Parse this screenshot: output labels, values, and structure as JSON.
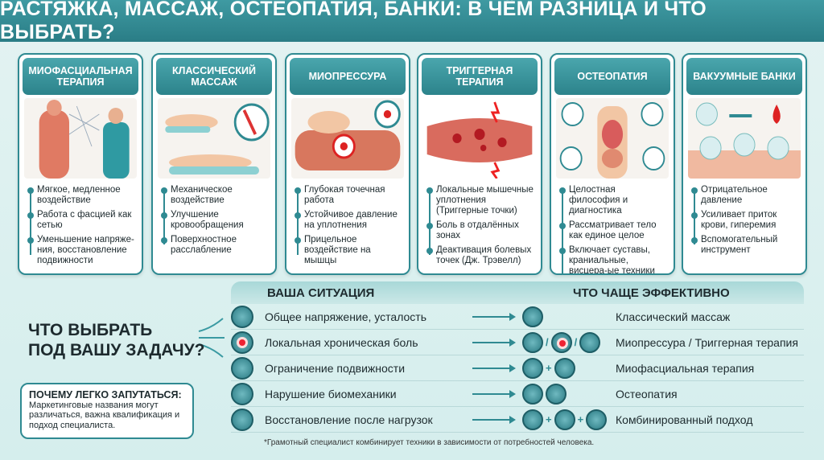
{
  "title": "РАСТЯЖКА, МАССАЖ, ОСТЕОПАТИЯ, БАНКИ: В ЧЁМ РАЗНИЦА И ЧТО ВЫБРАТЬ?",
  "cards": [
    {
      "title": "МИОФАСЦИАЛЬНАЯ ТЕРАПИЯ",
      "bullets": [
        "Мягкое, медленное воздействие",
        "Работа с фасцией как сетью",
        "Уменьшение напряже-ния, восстановление подвижности"
      ]
    },
    {
      "title": "КЛАССИЧЕСКИЙ МАССАЖ",
      "bullets": [
        "Механическое воздействие",
        "Улучшение кровообращения",
        "Поверхностное расслабление"
      ]
    },
    {
      "title": "МИОПРЕССУРА",
      "bullets": [
        "Глубокая точечная работа",
        "Устойчивое давление на уплотнения",
        "Прицельное воздействие на мышцы"
      ]
    },
    {
      "title": "ТРИГГЕРНАЯ ТЕРАПИЯ",
      "bullets": [
        "Локальные мышечные уплотнения (Триггерные точки)",
        "Боль в отдалённых зонах",
        "Деактивация болевых точек (Дж. Трэвелл)"
      ]
    },
    {
      "title": "ОСТЕОПАТИЯ",
      "bullets": [
        "Целостная философия и диагностика",
        "Рассматривает тело как единое целое",
        "Включает суставы, краниальные, висцера-ые техники (Э.Т. Стилл)"
      ]
    },
    {
      "title": "ВАКУУМНЫЕ БАНКИ",
      "bullets": [
        "Отрицательное давление",
        "Усиливает приток крови, гиперемия",
        "Вспомогательный инструмент"
      ]
    }
  ],
  "question": {
    "line1": "ЧТО ВЫБРАТЬ",
    "line2": "ПОД ВАШУ ЗАДАЧУ?"
  },
  "note": {
    "title": "ПОЧЕМУ ЛЕГКО ЗАПУТАТЬСЯ:",
    "text": "Маркетинговые названия могут различаться, важна квалификация и подход специалиста."
  },
  "table": {
    "col1": "ВАША СИТУАЦИЯ",
    "col2": "ЧТО ЧАЩЕ ЭФФЕКТИВНО",
    "rows": [
      {
        "situation": "Общее напряжение, усталость",
        "effective": "Классический массаж",
        "sep": ""
      },
      {
        "situation": "Локальная хроническая боль",
        "effective": "Миопрессура / Триггерная терапия",
        "sep": "/"
      },
      {
        "situation": "Ограничение подвижности",
        "effective": "Миофасциальная терапия",
        "sep": "+"
      },
      {
        "situation": "Нарушение биомеханики",
        "effective": "Остеопатия",
        "sep": ""
      },
      {
        "situation": "Восстановление после нагрузок",
        "effective": "Комбинированный подход",
        "sep": "+"
      }
    ]
  },
  "footnote": "*Грамотный специалист комбинирует техники в зависимости от потребностей человека."
}
